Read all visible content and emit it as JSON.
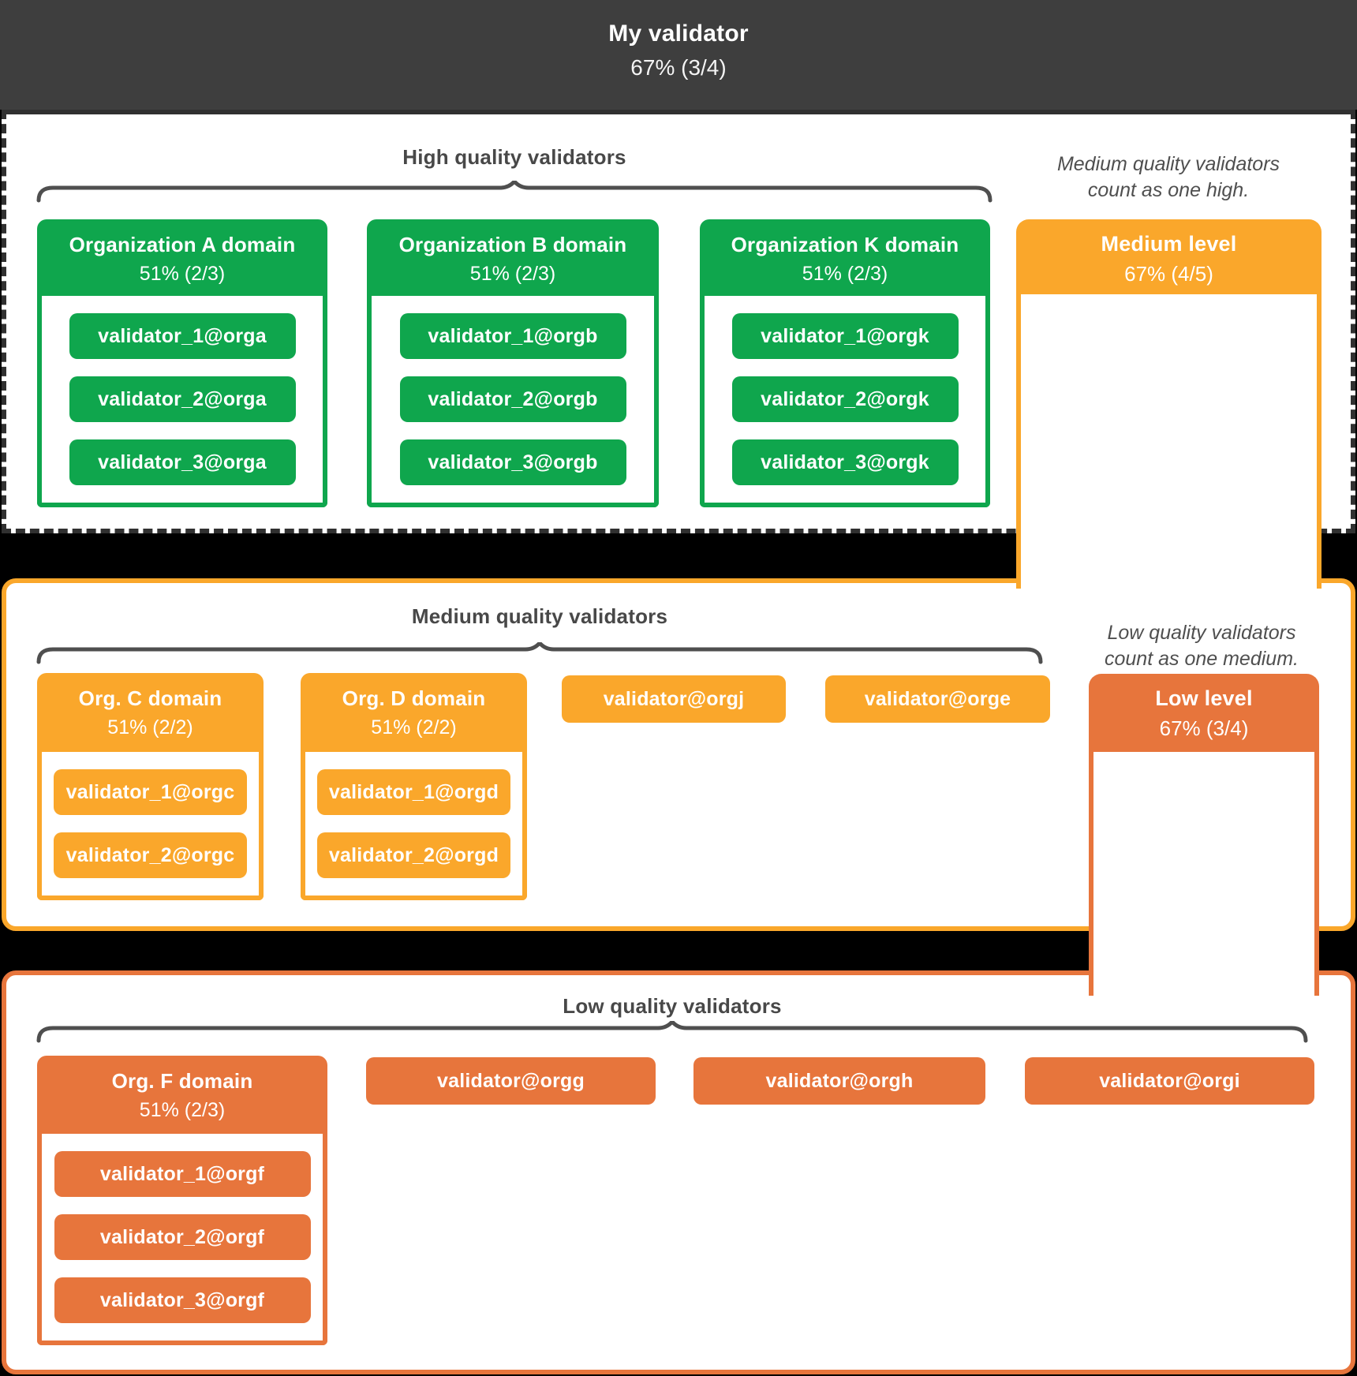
{
  "root": {
    "title": "My validator",
    "quota": "67% (3/4)"
  },
  "high": {
    "title": "High quality validators",
    "note_line1": "Medium quality validators",
    "note_line2": "count as one high.",
    "orgs": [
      {
        "name": "Organization A domain",
        "quota": "51% (2/3)",
        "validators": [
          "validator_1@orga",
          "validator_2@orga",
          "validator_3@orga"
        ]
      },
      {
        "name": "Organization B domain",
        "quota": "51% (2/3)",
        "validators": [
          "validator_1@orgb",
          "validator_2@orgb",
          "validator_3@orgb"
        ]
      },
      {
        "name": "Organization K domain",
        "quota": "51% (2/3)",
        "validators": [
          "validator_1@orgk",
          "validator_2@orgk",
          "validator_3@orgk"
        ]
      }
    ],
    "connector": {
      "name": "Medium level",
      "quota": "67% (4/5)"
    }
  },
  "medium": {
    "title": "Medium quality validators",
    "note_line1": "Low quality validators",
    "note_line2": "count as one medium.",
    "orgs": [
      {
        "name": "Org. C domain",
        "quota": "51% (2/2)",
        "validators": [
          "validator_1@orgc",
          "validator_2@orgc"
        ]
      },
      {
        "name": "Org. D domain",
        "quota": "51% (2/2)",
        "validators": [
          "validator_1@orgd",
          "validator_2@orgd"
        ]
      }
    ],
    "singles": [
      "validator@orgj",
      "validator@orge"
    ],
    "connector": {
      "name": "Low level",
      "quota": "67% (3/4)"
    }
  },
  "low": {
    "title": "Low quality validators",
    "orgs": [
      {
        "name": "Org. F domain",
        "quota": "51% (2/3)",
        "validators": [
          "validator_1@orgf",
          "validator_2@orgf",
          "validator_3@orgf"
        ]
      }
    ],
    "singles": [
      "validator@orgg",
      "validator@orgh",
      "validator@orgi"
    ]
  },
  "colors": {
    "high_green": "#0FA64D",
    "medium_orange": "#FAA72B",
    "low_orange": "#E7753C",
    "header_gray": "#3E3E3E"
  }
}
